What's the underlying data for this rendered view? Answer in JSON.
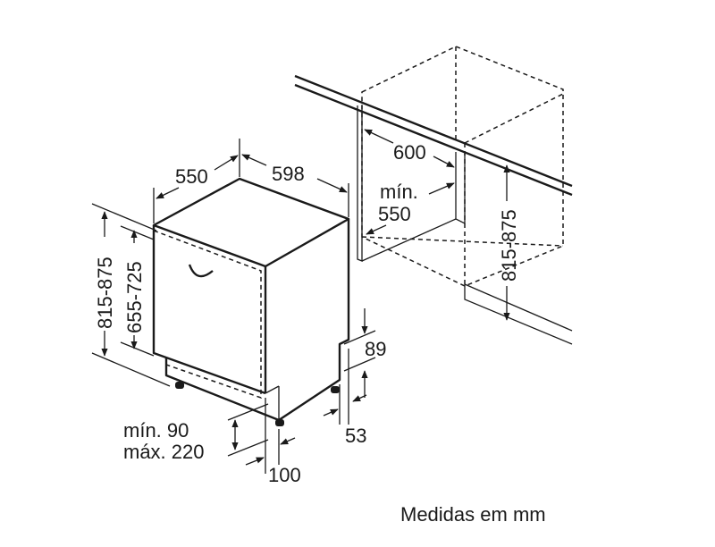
{
  "dimensions": {
    "depth": "550",
    "width": "598",
    "niche_width": "600",
    "niche_depth_min_label": "mín.",
    "niche_depth_min_value": "550",
    "niche_height": "815-875",
    "appliance_height": "815-875",
    "door_height": "655-725",
    "plinth_height": "89",
    "foot_offset": "53",
    "plinth_min": "mín. 90",
    "plinth_max": "máx. 220",
    "plinth_depth": "100"
  },
  "caption": "Medidas em mm"
}
